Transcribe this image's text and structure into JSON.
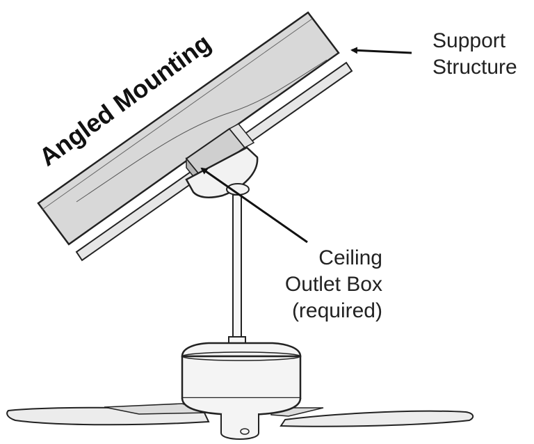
{
  "title": "Angled Mounting",
  "labels": {
    "support_line1": "Support",
    "support_line2": "Structure",
    "box_line1": "Ceiling",
    "box_line2": "Outlet Box",
    "box_line3": "(required)"
  },
  "colors": {
    "structure_fill": "#d8d8d8",
    "outline": "#222222",
    "background": "#ffffff"
  }
}
